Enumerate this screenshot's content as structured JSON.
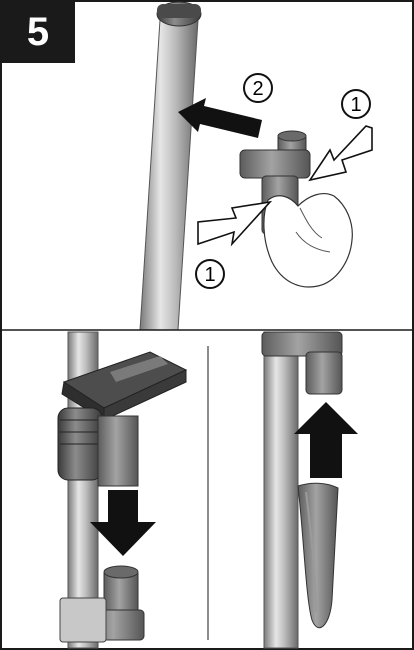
{
  "step": {
    "number": "5"
  },
  "callouts": {
    "press_top_right": "1",
    "pull_arrow": "2",
    "press_bottom_left": "1"
  },
  "colors": {
    "frame": "#1a1a1a",
    "tube_light": "#d9d9d9",
    "tube_mid": "#a6a6a6",
    "tube_dark": "#6e6e6e",
    "arrow_fill": "#111111",
    "outline_arrow_fill": "#ffffff"
  },
  "panels": [
    {
      "name": "top-panel",
      "icon": "tube-release-illustration"
    },
    {
      "name": "bottom-left-panel",
      "icon": "nozzle-removal-illustration"
    },
    {
      "name": "bottom-right-panel",
      "icon": "crevice-tool-attach-illustration"
    }
  ]
}
